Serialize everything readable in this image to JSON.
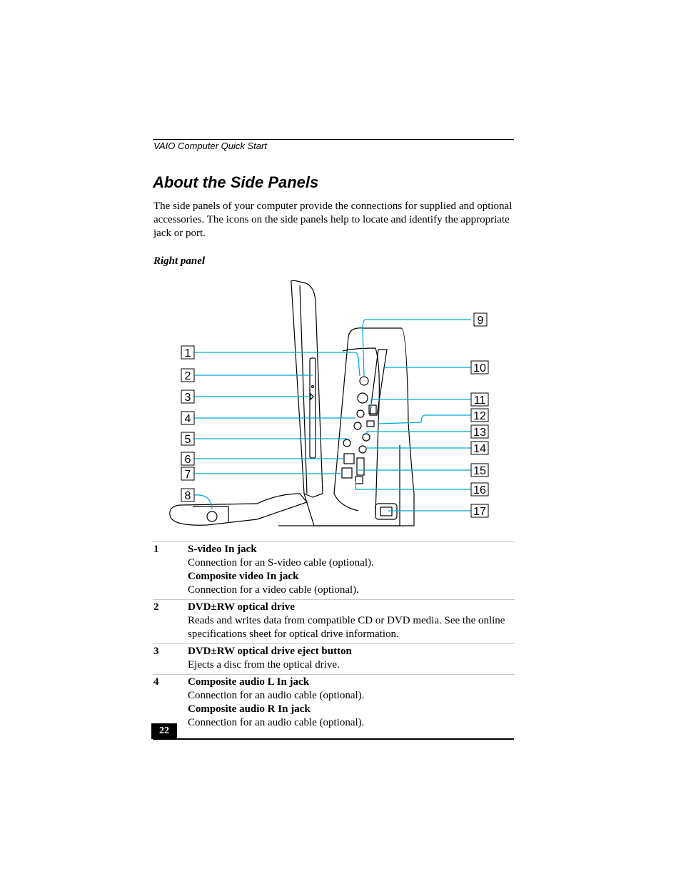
{
  "header": {
    "running_title": "VAIO Computer Quick Start"
  },
  "section": {
    "title": "About the Side Panels",
    "intro": "The side panels of your computer provide the connections for supplied and optional accessories. The icons on the side panels help to locate and identify the appropriate jack or port.",
    "subheading": "Right panel"
  },
  "figure": {
    "callouts": [
      "1",
      "2",
      "3",
      "4",
      "5",
      "6",
      "7",
      "8",
      "9",
      "10",
      "11",
      "12",
      "13",
      "14",
      "15",
      "16",
      "17"
    ]
  },
  "items": [
    {
      "num": "1",
      "lines": [
        {
          "type": "title",
          "text": "S-video In jack"
        },
        {
          "type": "desc",
          "text": "Connection for an S-video cable (optional)."
        },
        {
          "type": "title",
          "text": "Composite video In jack"
        },
        {
          "type": "desc",
          "text": "Connection for a video cable (optional)."
        }
      ]
    },
    {
      "num": "2",
      "lines": [
        {
          "type": "title",
          "text": "DVD±RW optical drive"
        },
        {
          "type": "desc",
          "text": "Reads and writes data from compatible CD or DVD media. See the online specifications sheet for optical drive information."
        }
      ]
    },
    {
      "num": "3",
      "lines": [
        {
          "type": "title",
          "text": "DVD±RW optical drive eject button"
        },
        {
          "type": "desc",
          "text": "Ejects a disc from the optical drive."
        }
      ]
    },
    {
      "num": "4",
      "lines": [
        {
          "type": "title",
          "text": "Composite audio L In jack"
        },
        {
          "type": "desc",
          "text": "Connection for an audio cable (optional)."
        },
        {
          "type": "title",
          "text": "Composite audio R In jack"
        },
        {
          "type": "desc",
          "text": "Connection for an audio cable (optional)."
        }
      ]
    }
  ],
  "footer": {
    "page_number": "22"
  },
  "colors": {
    "callout_line": "#00a8d8"
  }
}
